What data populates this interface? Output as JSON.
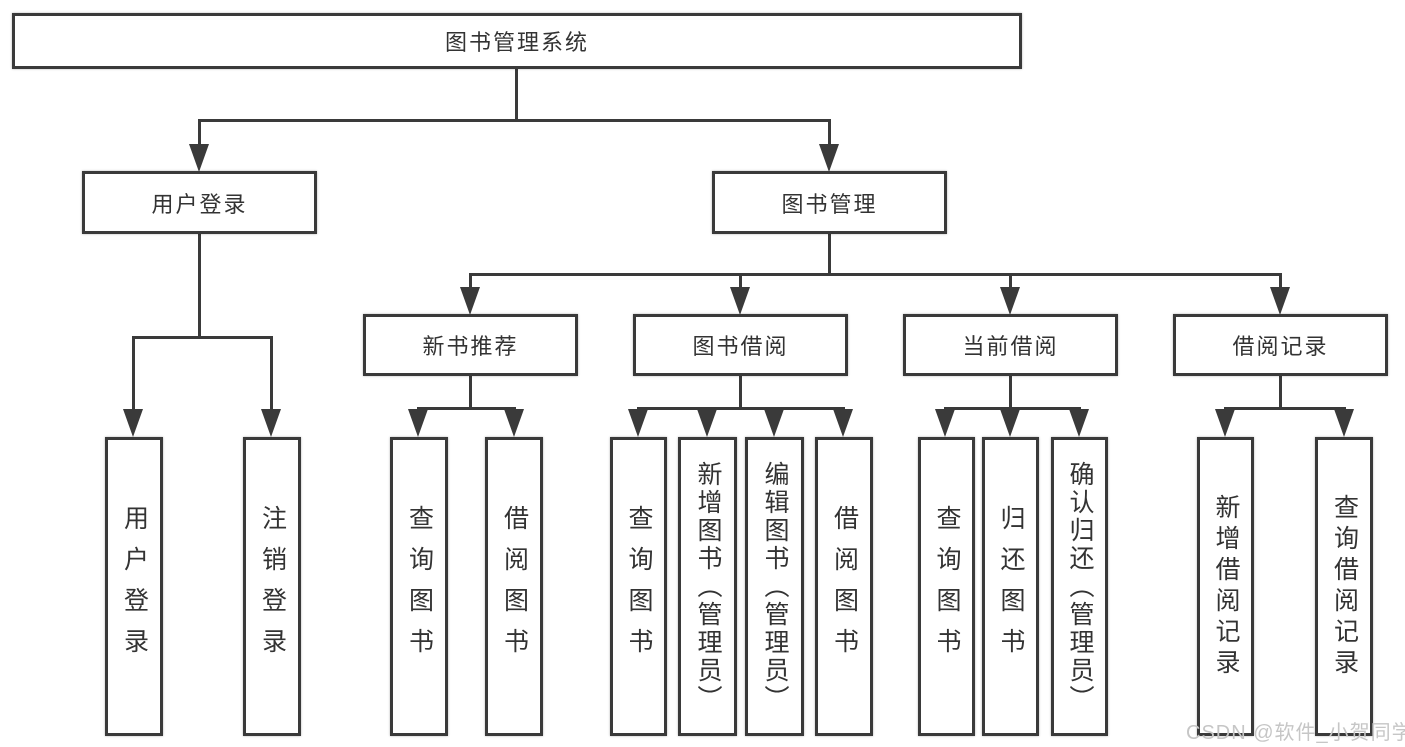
{
  "tree": {
    "root": "图书管理系统",
    "branches": [
      {
        "label": "用户登录",
        "children": [
          "用户登录",
          "注销登录"
        ]
      },
      {
        "label": "图书管理",
        "groups": [
          {
            "label": "新书推荐",
            "children": [
              "查询图书",
              "借阅图书"
            ]
          },
          {
            "label": "图书借阅",
            "children": [
              "查询图书",
              "新增图书（管理员）",
              "编辑图书（管理员）",
              "借阅图书"
            ]
          },
          {
            "label": "当前借阅",
            "children": [
              "查询图书",
              "归还图书",
              "确认归还（管理员）"
            ]
          },
          {
            "label": "借阅记录",
            "children": [
              "新增借阅记录",
              "查询借阅记录"
            ]
          }
        ]
      }
    ]
  },
  "colors": {
    "line": "#3a3a3a",
    "text": "#333333",
    "watermark": "#c6c6c6"
  },
  "watermark": "CSDN @软件_小贺同学"
}
